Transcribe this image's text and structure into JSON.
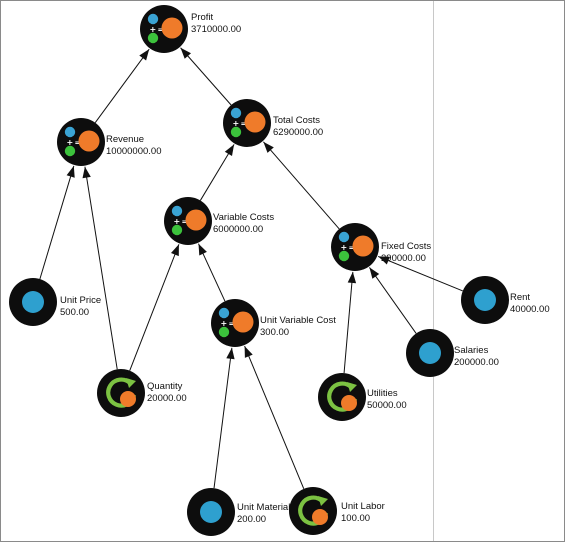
{
  "colors": {
    "node_bg": "#0d0d0d",
    "input_blue": "#2ea0cf",
    "output_orange": "#ef7b2a",
    "ring_green": "#7cc242",
    "small_blue": "#3aa3d3",
    "small_green": "#3cc23c",
    "edge": "#111111"
  },
  "nodes": {
    "profit": {
      "name": "Profit",
      "value": "3710000.00",
      "kind": "formula",
      "icon": "calculator-icon"
    },
    "revenue": {
      "name": "Revenue",
      "value": "10000000.00",
      "kind": "formula",
      "icon": "calculator-icon"
    },
    "total_costs": {
      "name": "Total Costs",
      "value": "6290000.00",
      "kind": "formula",
      "icon": "calculator-icon"
    },
    "variable_costs": {
      "name": "Variable Costs",
      "value": "6000000.00",
      "kind": "formula",
      "icon": "calculator-icon"
    },
    "fixed_costs": {
      "name": "Fixed Costs",
      "value": "290000.00",
      "kind": "formula",
      "icon": "calculator-icon"
    },
    "unit_price": {
      "name": "Unit Price",
      "value": "500.00",
      "kind": "input",
      "icon": "input-dot-icon"
    },
    "unit_var_cost": {
      "name": "Unit Variable Cost",
      "value": "300.00",
      "kind": "formula",
      "icon": "calculator-icon"
    },
    "quantity": {
      "name": "Quantity",
      "value": "20000.00",
      "kind": "cycle",
      "icon": "cycle-icon"
    },
    "rent": {
      "name": "Rent",
      "value": "40000.00",
      "kind": "input",
      "icon": "input-dot-icon"
    },
    "salaries": {
      "name": "Salaries",
      "value": "200000.00",
      "kind": "input",
      "icon": "input-dot-icon"
    },
    "utilities": {
      "name": "Utilities",
      "value": "50000.00",
      "kind": "cycle",
      "icon": "cycle-icon"
    },
    "unit_material": {
      "name": "Unit Material",
      "value": "200.00",
      "kind": "input",
      "icon": "input-dot-icon"
    },
    "unit_labor": {
      "name": "Unit Labor",
      "value": "100.00",
      "kind": "cycle",
      "icon": "cycle-icon"
    }
  },
  "edges": [
    [
      "revenue",
      "profit"
    ],
    [
      "total_costs",
      "profit"
    ],
    [
      "unit_price",
      "revenue"
    ],
    [
      "quantity",
      "revenue"
    ],
    [
      "variable_costs",
      "total_costs"
    ],
    [
      "fixed_costs",
      "total_costs"
    ],
    [
      "quantity",
      "variable_costs"
    ],
    [
      "unit_var_cost",
      "variable_costs"
    ],
    [
      "unit_material",
      "unit_var_cost"
    ],
    [
      "unit_labor",
      "unit_var_cost"
    ],
    [
      "rent",
      "fixed_costs"
    ],
    [
      "salaries",
      "fixed_costs"
    ],
    [
      "utilities",
      "fixed_costs"
    ]
  ]
}
